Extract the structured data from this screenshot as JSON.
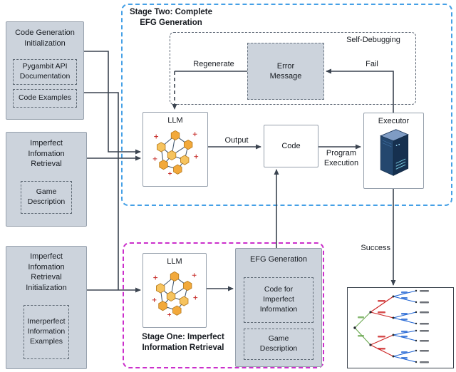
{
  "left": {
    "code_gen": {
      "title": "Code Generation Initialization",
      "items": [
        "Pygambit API Documentation",
        "Code Examples"
      ]
    },
    "info_retrieval": {
      "title": "Imperfect Infomation Retrieval",
      "items": [
        "Game Description"
      ]
    },
    "info_retrieval_init": {
      "title": "Imperfect Infomation Retrieval Initialization",
      "items": [
        "Imerperfect Information Examples"
      ]
    }
  },
  "stage_two": {
    "title": "Stage Two: Complete EFG Generation",
    "self_debugging": "Self-Debugging",
    "regenerate": "Regenerate",
    "fail": "Fail",
    "error_message": "Error Message",
    "llm": "LLM",
    "output": "Output",
    "code": "Code",
    "program_execution": "Program Execution",
    "executor": "Executor",
    "success": "Success"
  },
  "stage_one": {
    "title": "Stage One: Imperfect Information Retrieval",
    "llm": "LLM",
    "efg": {
      "title": "EFG Generation",
      "items": [
        "Code for Imperfect Information",
        "Game Description"
      ]
    }
  },
  "icons": {
    "llm": "neural-network",
    "executor": "server-tower",
    "result": "game-tree"
  },
  "colors": {
    "stage_two_border": "#45a0e6",
    "stage_one_border": "#cb2fcb",
    "panel_fill": "#ccd3dc",
    "arrow": "#3b4450",
    "llm_node": "#f2a93b",
    "executor_body": "#24476e",
    "tree_green": "#6aa84f",
    "tree_red": "#cc2222",
    "tree_blue": "#1f63d4"
  }
}
